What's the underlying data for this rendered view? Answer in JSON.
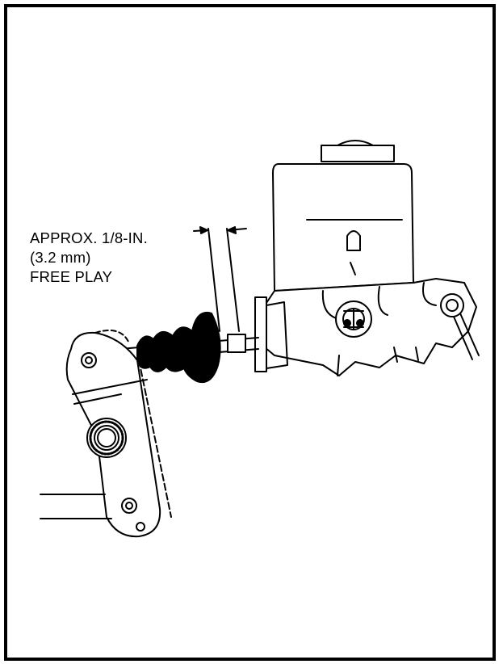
{
  "callout": {
    "line1": "APPROX. 1/8-IN.",
    "line2": "(3.2 mm)",
    "line3": "FREE PLAY"
  },
  "colors": {
    "ink": "#000000",
    "paper": "#ffffff"
  }
}
